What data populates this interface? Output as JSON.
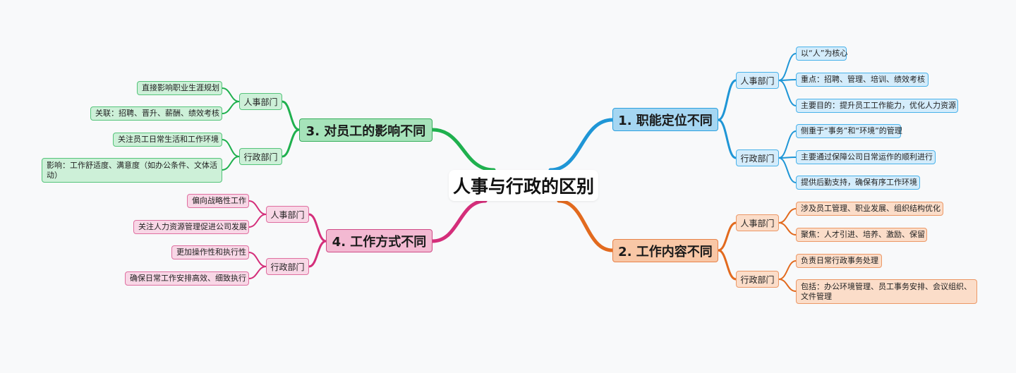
{
  "root": "人事与行政的区别",
  "colors": {
    "blue": "#1f96d6",
    "orange": "#e26a1e",
    "green": "#1fb04e",
    "pink": "#d42e7a"
  },
  "branches": [
    {
      "title": "1. 职能定位不同",
      "groups": [
        {
          "label": "人事部门",
          "items": [
            "以“人”为核心",
            "重点：招聘、管理、培训、绩效考核",
            "主要目的：提升员工工作能力，优化人力资源"
          ]
        },
        {
          "label": "行政部门",
          "items": [
            "侧重于“事务”和“环境”的管理",
            "主要通过保障公司日常运作的顺利进行",
            "提供后勤支持，确保有序工作环境"
          ]
        }
      ]
    },
    {
      "title": "2. 工作内容不同",
      "groups": [
        {
          "label": "人事部门",
          "items": [
            "涉及员工管理、职业发展、组织结构优化",
            "聚焦：人才引进、培养、激励、保留"
          ]
        },
        {
          "label": "行政部门",
          "items": [
            "负责日常行政事务处理",
            "包括：办公环境管理、员工事务安排、会议组织、文件管理"
          ]
        }
      ]
    },
    {
      "title": "3. 对员工的影响不同",
      "groups": [
        {
          "label": "人事部门",
          "items": [
            "直接影响职业生涯规划",
            "关联：招聘、晋升、薪酬、绩效考核"
          ]
        },
        {
          "label": "行政部门",
          "items": [
            "关注员工日常生活和工作环境",
            "影响：工作舒适度、满意度（如办公条件、文体活动）"
          ]
        }
      ]
    },
    {
      "title": "4. 工作方式不同",
      "groups": [
        {
          "label": "人事部门",
          "items": [
            "偏向战略性工作",
            "关注人力资源管理促进公司发展"
          ]
        },
        {
          "label": "行政部门",
          "items": [
            "更加操作性和执行性",
            "确保日常工作安排高效、细致执行"
          ]
        }
      ]
    }
  ]
}
